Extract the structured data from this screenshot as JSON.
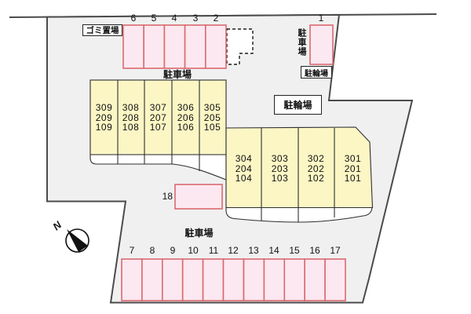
{
  "plan": {
    "labels": {
      "garbage": "ゴミ置場",
      "parking_top": "駐車場",
      "parking_bottom": "駐車場",
      "parking_stall1": "駐車場",
      "bike_small": "駐輪場",
      "bike_main": "駐輪場",
      "compass_north": "N"
    },
    "top_stalls": {
      "numbers": [
        "6",
        "5",
        "4",
        "3",
        "2"
      ]
    },
    "stall_one": {
      "number": "1"
    },
    "stall_eighteen": {
      "number": "18"
    },
    "bottom_stalls": {
      "numbers": [
        "7",
        "8",
        "9",
        "10",
        "11",
        "12",
        "13",
        "14",
        "15",
        "16",
        "17"
      ]
    },
    "left_building": {
      "columns": [
        {
          "rooms": [
            "309",
            "209",
            "109"
          ]
        },
        {
          "rooms": [
            "308",
            "208",
            "108"
          ]
        },
        {
          "rooms": [
            "307",
            "207",
            "107"
          ]
        },
        {
          "rooms": [
            "306",
            "206",
            "106"
          ]
        },
        {
          "rooms": [
            "305",
            "205",
            "105"
          ]
        }
      ]
    },
    "right_building": {
      "columns": [
        {
          "rooms": [
            "304",
            "204",
            "104"
          ]
        },
        {
          "rooms": [
            "303",
            "203",
            "103"
          ]
        },
        {
          "rooms": [
            "302",
            "202",
            "102"
          ]
        },
        {
          "rooms": [
            "301",
            "201",
            "101"
          ]
        }
      ]
    },
    "colors": {
      "site_fill": "#f0f0f1",
      "building_fill": "#fcf6c5",
      "stall_fill": "#fce8f1",
      "stall_border": "#d96a6e",
      "line": "#2e2e30",
      "boundary": "#4b4b4d"
    }
  }
}
